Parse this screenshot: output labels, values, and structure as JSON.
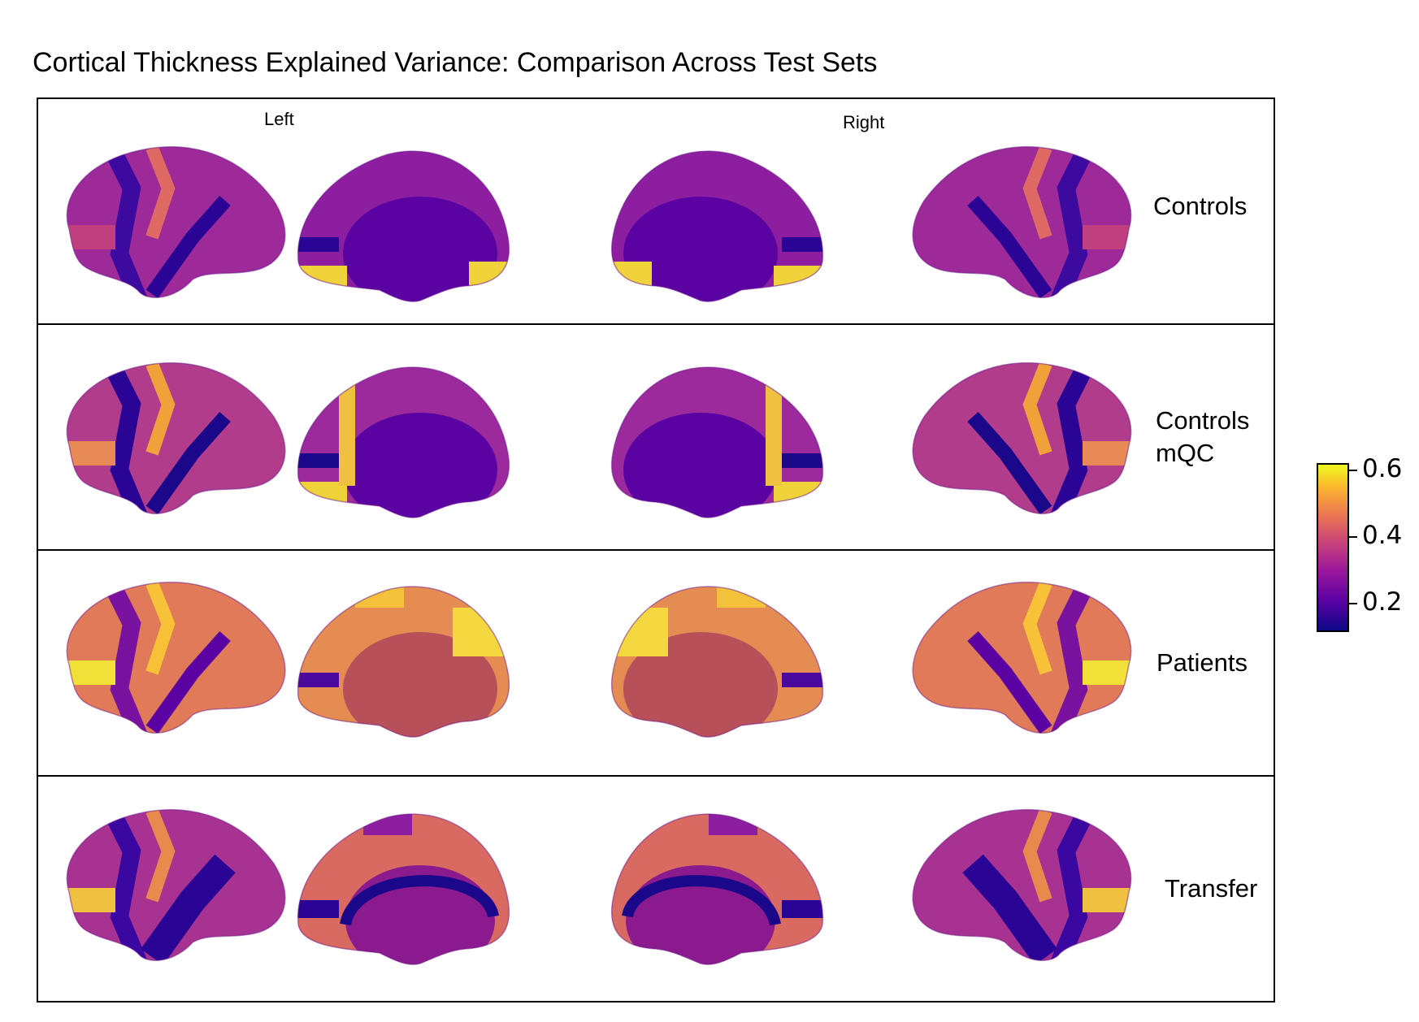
{
  "title": "Cortical Thickness Explained Variance: Comparison Across Test Sets",
  "hemispheres": {
    "left": "Left",
    "right": "Right"
  },
  "rows": [
    {
      "label": "Controls",
      "tone": "purple"
    },
    {
      "label": "Controls\nmQC",
      "tone": "mixed"
    },
    {
      "label": "Patients",
      "tone": "warm"
    },
    {
      "label": "Transfer",
      "tone": "purple-band"
    }
  ],
  "views": [
    "left-lateral",
    "left-medial",
    "right-medial",
    "right-lateral"
  ],
  "colorbar": {
    "colormap": "plasma",
    "ticks": [
      "0.6",
      "0.4",
      "0.2"
    ],
    "colors": [
      "#0d0887",
      "#5b02a3",
      "#9a179b",
      "#cb4678",
      "#eb7852",
      "#fbb32f",
      "#f0f921"
    ]
  }
}
